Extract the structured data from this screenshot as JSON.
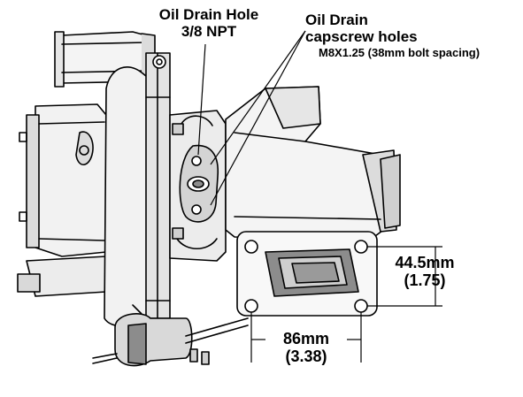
{
  "callouts": {
    "oil_drain_hole": {
      "line1": "Oil Drain Hole",
      "line2": "3/8 NPT"
    },
    "capscrew_holes": {
      "line1": "Oil Drain",
      "line2": "capscrew holes",
      "line3": "M8X1.25 (38mm bolt spacing)"
    },
    "vertical_spacing": {
      "metric": "44.5mm",
      "imperial": "(1.75)"
    },
    "horizontal_spacing": {
      "metric": "86mm",
      "imperial": "(3.38)"
    }
  },
  "colors": {
    "ink": "#000000",
    "fill_light": "#f2f2f2",
    "fill_mid": "#d9d9d9",
    "fill_dark": "#8c8c8c",
    "background": "#ffffff"
  }
}
